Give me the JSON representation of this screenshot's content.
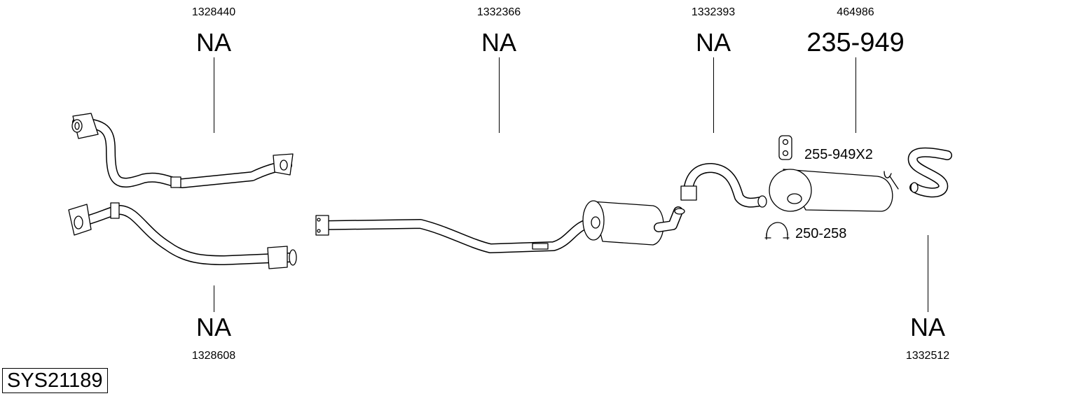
{
  "system_id": "SYS21189",
  "parts": [
    {
      "id": "front-pipe-upper",
      "oem": "1328440",
      "code": "NA"
    },
    {
      "id": "center-pipe",
      "oem": "1332366",
      "code": "NA"
    },
    {
      "id": "middle-silencer-bend",
      "oem": "1332393",
      "code": "NA"
    },
    {
      "id": "rear-silencer",
      "oem": "464986",
      "code": "235-949"
    },
    {
      "id": "front-pipe-lower",
      "oem": "1328608",
      "code": "NA"
    },
    {
      "id": "tail-pipe",
      "oem": "1332512",
      "code": "NA"
    }
  ],
  "accessories": [
    {
      "id": "rubber-hanger",
      "label": "255-949X2"
    },
    {
      "id": "clamp",
      "label": "250-258"
    }
  ]
}
